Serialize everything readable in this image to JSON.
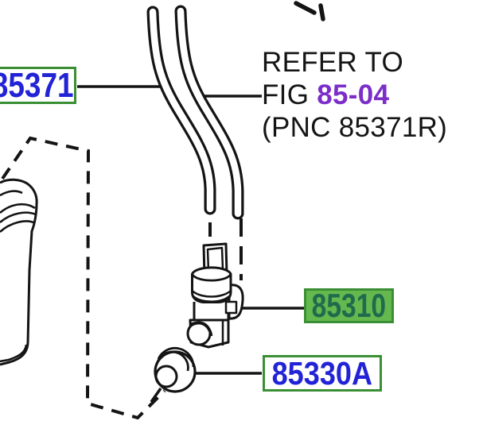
{
  "callouts": {
    "hose": {
      "part_number": "85371"
    },
    "pump": {
      "part_number": "85310"
    },
    "grommet": {
      "part_number": "85330A"
    }
  },
  "note": {
    "line1": "REFER TO",
    "line2_prefix": "FIG ",
    "line2_fig": "85-04",
    "line3": "(PNC 85371R)"
  },
  "colors": {
    "part_number_blue": "#2222D6",
    "callout_border_green": "#3A8F35",
    "highlight_fill_green": "#65B84E",
    "highlight_text_green": "#1F6B4D",
    "fig_purple": "#7B2EC8",
    "line_black": "#141414"
  }
}
